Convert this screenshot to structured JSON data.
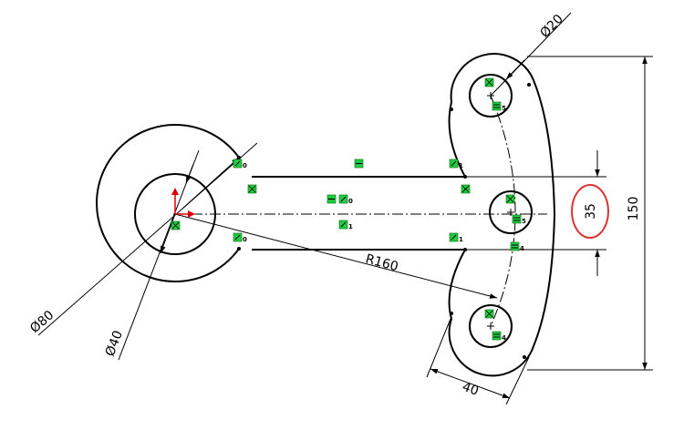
{
  "dimensions": {
    "d80": "Ø80",
    "d40": "Ø40",
    "d20": "Ø20",
    "r160": "R160",
    "w40": "40",
    "h35": "35",
    "h150": "150"
  },
  "relation_tags": {
    "t0": "0",
    "t1": "1",
    "t4": "4",
    "t5": "5"
  },
  "colors": {
    "geometry": "#000000",
    "relation_marker": "#22cc44",
    "origin_arrow": "#dd0000",
    "highlight_ellipse": "#dd3333"
  }
}
